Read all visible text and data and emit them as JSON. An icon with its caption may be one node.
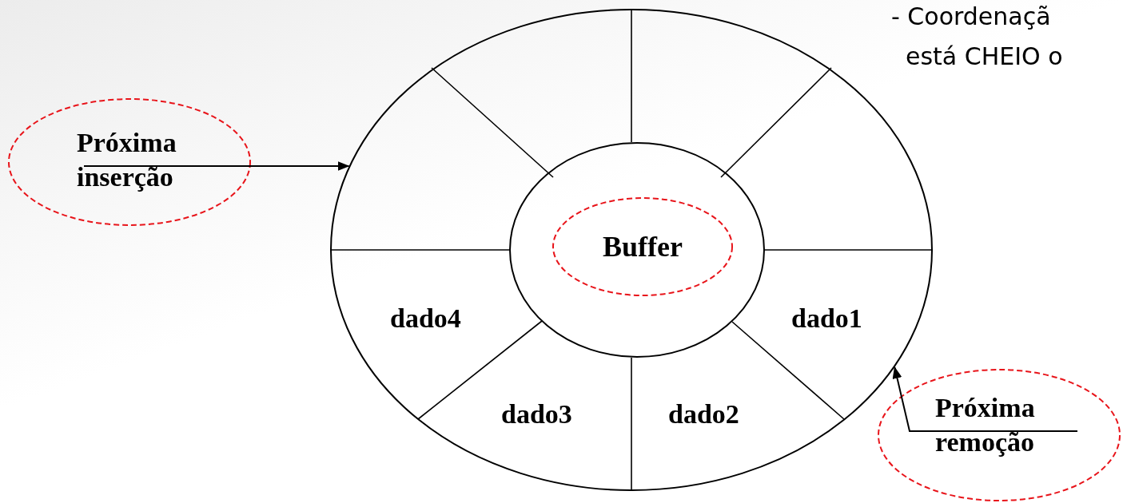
{
  "diagram": {
    "nodes": [
      {
        "text": [],
        "shape": "circle"
      },
      {
        "text": [],
        "shape": "circle",
        "in": 0
      },
      {
        "text": [
          "Buffer"
        ],
        "in": 1
      },
      {
        "text": [
          "Próxima inserção"
        ]
      },
      {
        "text": [
          "Próxima remoção"
        ]
      }
    ],
    "edges": [
      {
        "from": 3,
        "to": 0,
        "arrow": "to"
      },
      {
        "from": 4,
        "to": 0,
        "arrow": "to"
      }
    ],
    "labels": [
      "- Coordenaçã",
      "está CHEIO o",
      "dado4",
      "dado1",
      "dado3",
      "dado2"
    ]
  }
}
